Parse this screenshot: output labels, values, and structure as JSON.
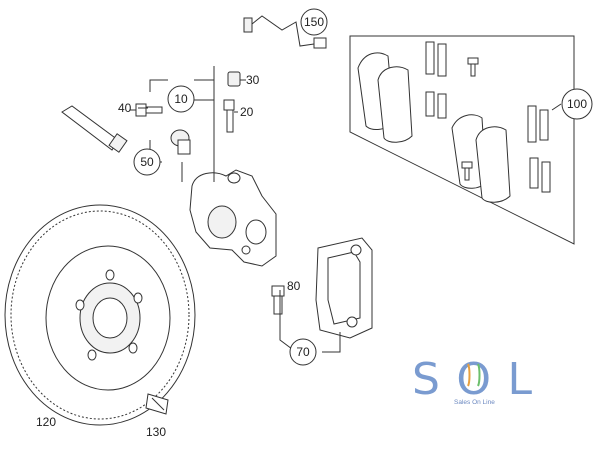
{
  "callouts": {
    "c10": "10",
    "c20": "20",
    "c30": "30",
    "c40": "40",
    "c50": "50",
    "c70": "70",
    "c80": "80",
    "c100": "100",
    "c120": "120",
    "c130": "130",
    "c150": "150"
  },
  "highlighted_callouts": [
    "100",
    "150"
  ],
  "highlight_color": "#cc2222",
  "logo": {
    "text": "SOL",
    "tagline": "Sales On Line",
    "accent_colors": [
      "#7a9bd0",
      "#e8a040",
      "#6cbf6c"
    ]
  }
}
